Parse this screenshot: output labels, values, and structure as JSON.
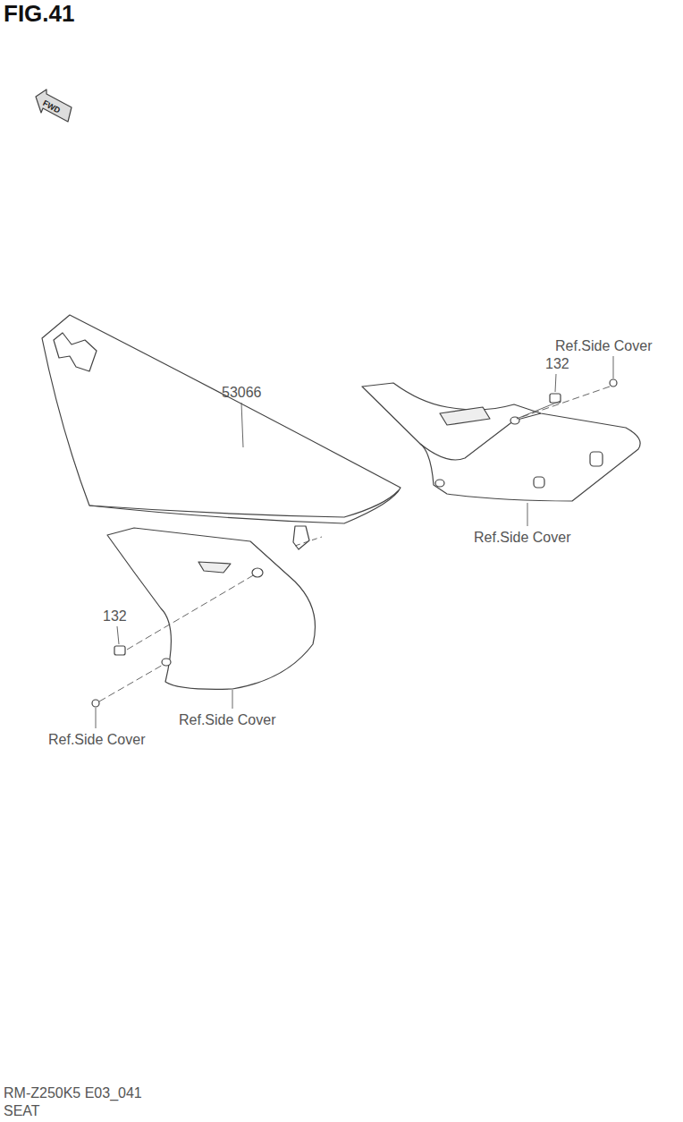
{
  "diagram": {
    "title": "FIG.41",
    "labels": [
      "FWD",
      "Ref.Side Cover",
      "132",
      "53066",
      "Ref.Side Cover",
      "132",
      "Ref.Side Cover",
      "Ref.Side Cover",
      "RM-Z250K5 E03_041",
      "SEAT"
    ]
  }
}
